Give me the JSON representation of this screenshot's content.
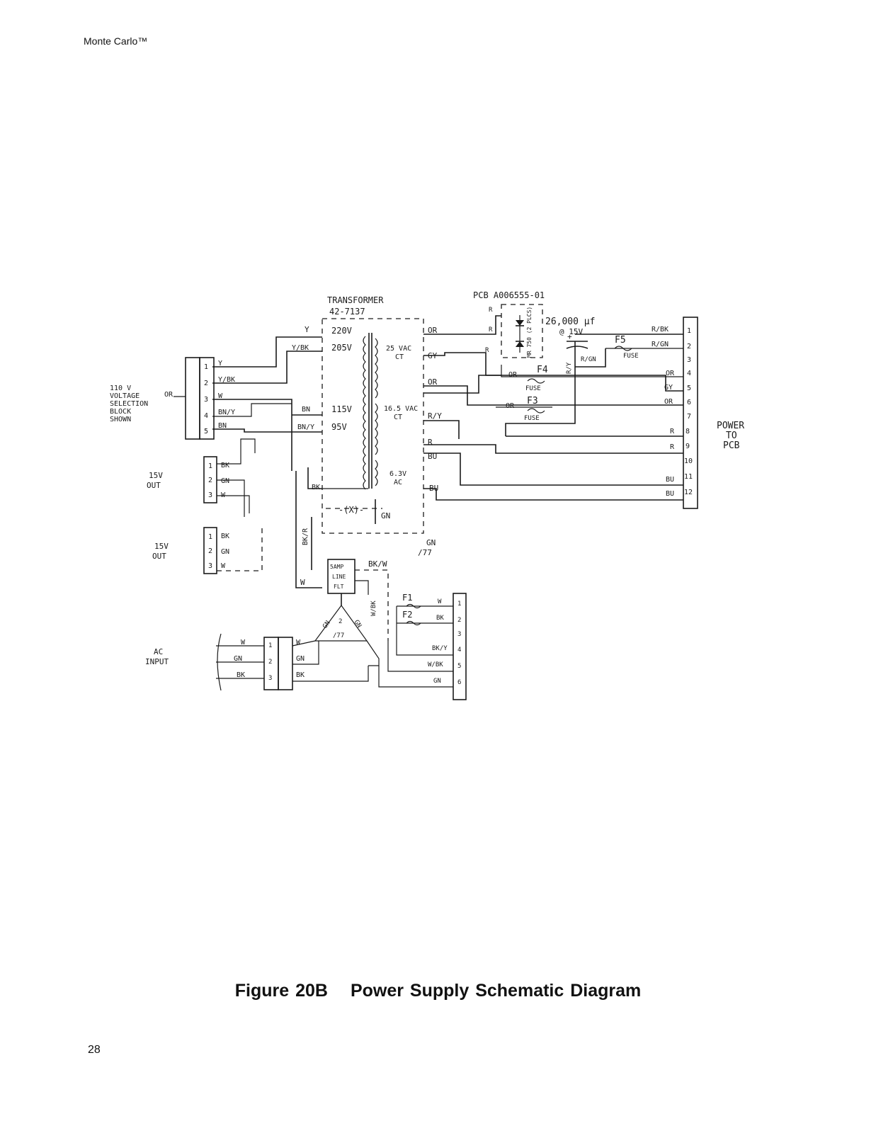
{
  "page": {
    "header": "Monte Carlo™",
    "page_number": "28",
    "figure_number": "Figure 20B",
    "figure_title": "Power Supply Schematic Diagram"
  },
  "transformer": {
    "label": "TRANSFORMER",
    "part": "42-7137",
    "taps": [
      "220V",
      "205V",
      "115V",
      "95V"
    ],
    "secondaries": [
      "25 VAC",
      "CT",
      "16.5 VAC",
      "CT",
      "6.3V",
      "AC"
    ]
  },
  "pcb": {
    "label": "PCB A006555-01",
    "diode_label": "MR 750 (2 PLCS)",
    "capacitor": "26,000 μf",
    "capacitor_rating": "@ 15V"
  },
  "fuses": {
    "f1": "F1",
    "f2": "F2",
    "f3": "F3",
    "f4": "F4",
    "f5": "F5",
    "fuse_text": "FUSE"
  },
  "voltage_block": {
    "title_lines": [
      "110 V",
      "VOLTAGE",
      "SELECTION",
      "BLOCK",
      "SHOWN"
    ],
    "or_label": "OR",
    "pin_labels": [
      "Y",
      "Y/BK",
      "W",
      "BN/Y",
      "BN"
    ]
  },
  "out15_a": {
    "label_lines": [
      "15V",
      "OUT"
    ],
    "wires": [
      "BK",
      "GN",
      "W"
    ]
  },
  "out15_b": {
    "label_lines": [
      "15V",
      "OUT"
    ],
    "wires": [
      "BK",
      "GN",
      "W"
    ]
  },
  "ac_input": {
    "label_lines": [
      "AC",
      "INPUT"
    ],
    "wires_left": [
      "W",
      "GN",
      "BK"
    ],
    "wires_right": [
      "W",
      "GN",
      "BK"
    ]
  },
  "line_filter": {
    "label_lines": [
      "5AMP",
      "LINE",
      "FLT"
    ],
    "wire": "BK/W"
  },
  "power_connector": {
    "pins": [
      "1",
      "2",
      "3",
      "4",
      "5",
      "6",
      "7",
      "8",
      "9",
      "10",
      "11",
      "12"
    ],
    "wires": [
      "R/BK",
      "R/GN",
      "",
      "OR",
      "GY",
      "OR",
      "",
      "R",
      "R",
      "",
      "BU",
      "BU"
    ],
    "label_lines": [
      "POWER",
      "TO",
      "PCB"
    ]
  },
  "fuse_block": {
    "pins": [
      "1",
      "2",
      "3",
      "4",
      "5",
      "6"
    ],
    "wires": [
      "W",
      "BK",
      "",
      "BK/Y",
      "W/BK",
      "GN"
    ]
  },
  "wire_labels": {
    "y": "Y",
    "ybk": "Y/BK",
    "bn": "BN",
    "bny": "BN/Y",
    "or1": "OR",
    "gy": "GY",
    "or2": "OR",
    "ry": "R/Y",
    "r": "R",
    "bu1": "BU",
    "bu2": "BU",
    "bk": "BK",
    "gn": "GN",
    "gn_ground": "GN",
    "bk_r": "BK/R",
    "w": "W",
    "w_bk": "W/BK",
    "rgn": "R/GN",
    "or_f4": "OR",
    "or_f3": "OR",
    "r_pcb": "R",
    "r_pcb2": "R",
    "r_y_pcb": "R/Y",
    "gn_tri1": "GN",
    "gn_tri2": "GN",
    "tri_num": "2"
  }
}
